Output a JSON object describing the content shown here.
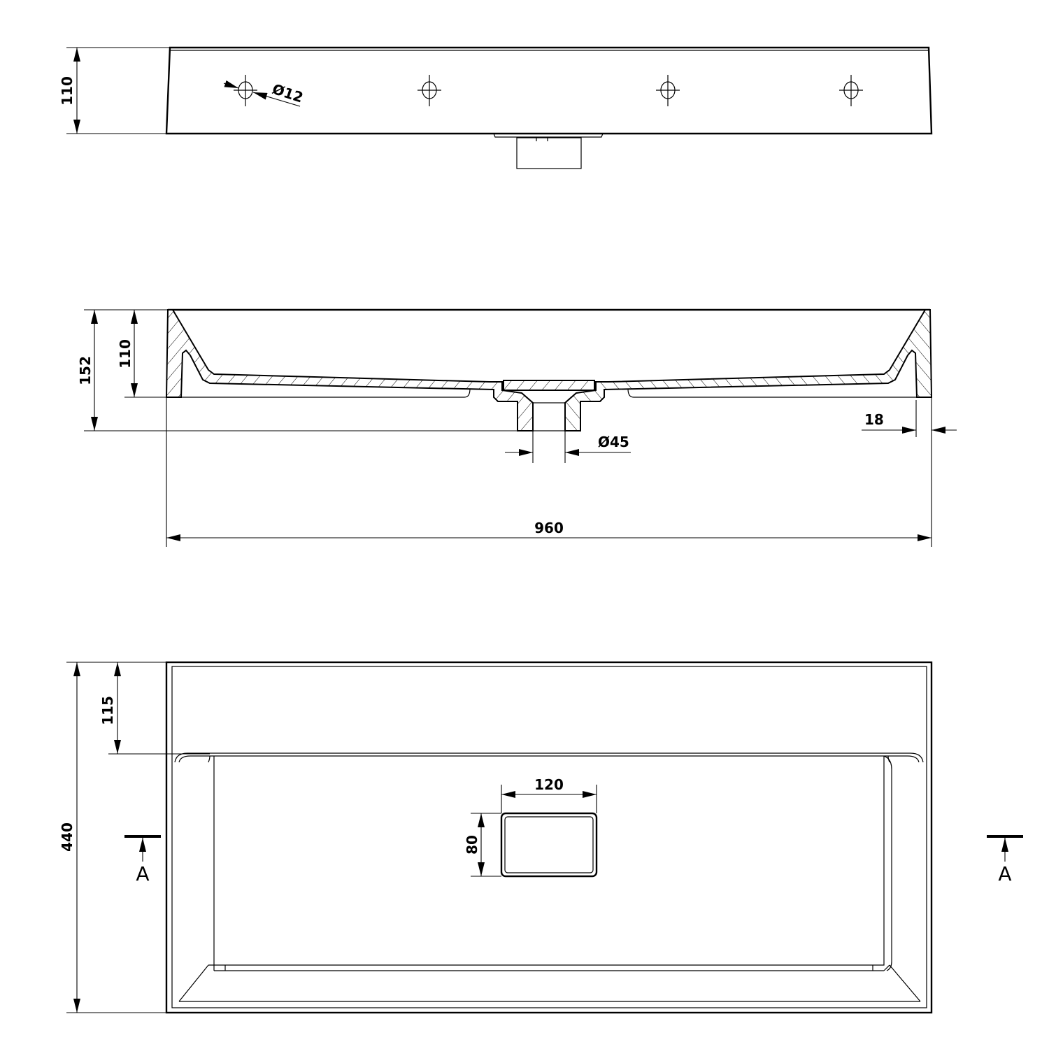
{
  "drawing": {
    "front_view": {
      "height_dim": "110",
      "hole_diameter_dim": "Ø12"
    },
    "section_view": {
      "total_height_dim": "152",
      "basin_height_dim": "110",
      "wall_thickness_dim": "18",
      "drain_diameter_dim": "Ø45",
      "width_dim": "960"
    },
    "plan_view": {
      "depth_dim": "440",
      "shelf_depth_dim": "115",
      "overflow_width_dim": "120",
      "overflow_height_dim": "80",
      "section_marker_left": "A",
      "section_marker_right": "A"
    }
  }
}
